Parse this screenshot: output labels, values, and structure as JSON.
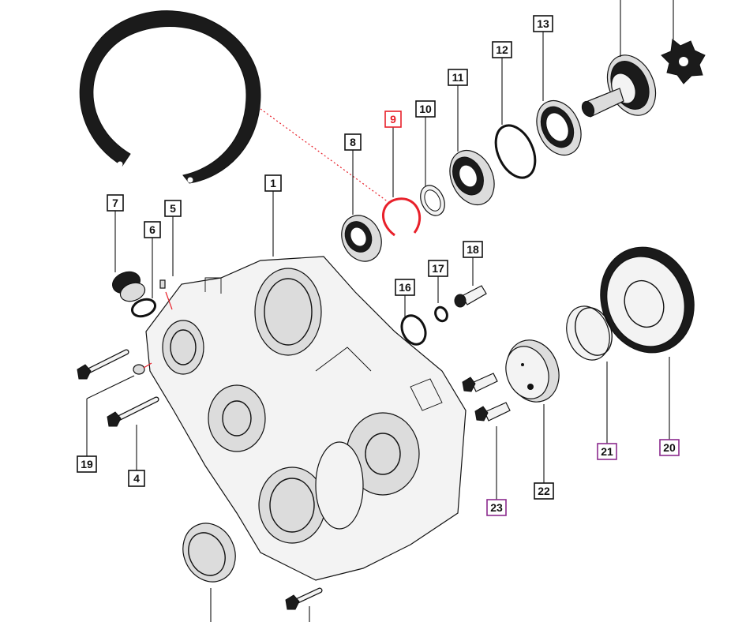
{
  "colors": {
    "default_callout": "#111111",
    "highlight_callout": "#e8202a",
    "alternate_callout": "#8b2a8e",
    "line": "#111111",
    "background": "#ffffff"
  },
  "callouts": [
    {
      "id": "1",
      "label": "1",
      "style": "default"
    },
    {
      "id": "4",
      "label": "4",
      "style": "default"
    },
    {
      "id": "5",
      "label": "5",
      "style": "default"
    },
    {
      "id": "6",
      "label": "6",
      "style": "default"
    },
    {
      "id": "7",
      "label": "7",
      "style": "default"
    },
    {
      "id": "8",
      "label": "8",
      "style": "default"
    },
    {
      "id": "9",
      "label": "9",
      "style": "highlight"
    },
    {
      "id": "10",
      "label": "10",
      "style": "default"
    },
    {
      "id": "11",
      "label": "11",
      "style": "default"
    },
    {
      "id": "12",
      "label": "12",
      "style": "default"
    },
    {
      "id": "13",
      "label": "13",
      "style": "default"
    },
    {
      "id": "16",
      "label": "16",
      "style": "default"
    },
    {
      "id": "17",
      "label": "17",
      "style": "default"
    },
    {
      "id": "18",
      "label": "18",
      "style": "default"
    },
    {
      "id": "19",
      "label": "19",
      "style": "default"
    },
    {
      "id": "20",
      "label": "20",
      "style": "alternate"
    },
    {
      "id": "21",
      "label": "21",
      "style": "alternate"
    },
    {
      "id": "22",
      "label": "22",
      "style": "default"
    },
    {
      "id": "23",
      "label": "23",
      "style": "alternate"
    }
  ]
}
